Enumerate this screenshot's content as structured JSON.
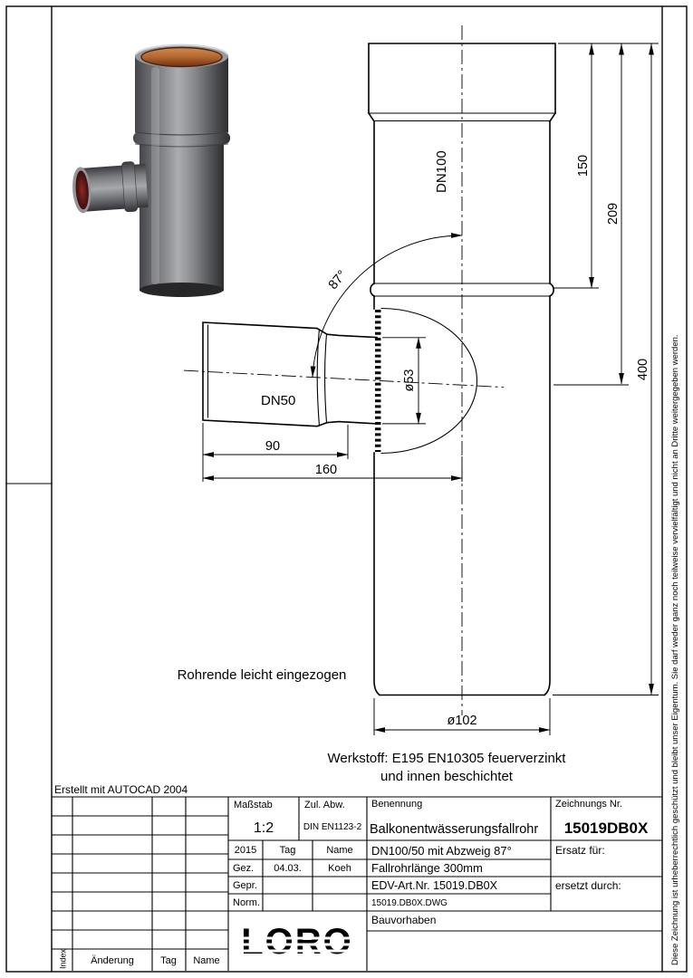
{
  "sheet": {
    "erstellt_note": "Erstellt mit AUTOCAD 2004",
    "copyright": "Diese Zeichnung ist urheberrechtlich geschützt und bleibt unser Eigentum. Sie darf weder ganz noch teilweise vervielfältigt und nicht an Dritte weitergegeben werden."
  },
  "drawing": {
    "dn100": "DN100",
    "dn50": "DN50",
    "angle": "87°",
    "dia_branch": "ø53",
    "dia_pipe": "ø102",
    "dim_150": "150",
    "dim_209": "209",
    "dim_400": "400",
    "dim_90": "90",
    "dim_160": "160",
    "note_rohrende": "Rohrende leicht eingezogen",
    "werkstoff_line1": "Werkstoff: E195 EN10305 feuerverzinkt",
    "werkstoff_line2": "und innen beschichtet"
  },
  "titleblock": {
    "massstab_label": "Maßstab",
    "massstab_value": "1:2",
    "zul_abw_label": "Zul. Abw.",
    "zul_abw_value": "DIN EN1123-2",
    "benennung_label": "Benennung",
    "benennung_value": "Balkonentwässerungsfallrohr",
    "zeichnung_label": "Zeichnungs Nr.",
    "zeichnung_value": "15019DB0X",
    "year": "2015",
    "col_tag": "Tag",
    "col_name": "Name",
    "gez_label": "Gez.",
    "gez_date": "04.03.",
    "gez_name": "Koeh",
    "gepr_label": "Gepr.",
    "norm_label": "Norm.",
    "desc1": "DN100/50 mit Abzweig 87°",
    "desc2": "Fallrohrlänge 300mm",
    "desc3": "EDV-Art.Nr. 15019.DB0X",
    "desc4": "15019.DB0X.DWG",
    "ersatz_label": "Ersatz für:",
    "ersetzt_label": "ersetzt durch:",
    "bauvorhaben_label": "Bauvorhaben",
    "logo": "LORO",
    "index_label": "Index",
    "aenderung_label": "Änderung",
    "tag_label": "Tag",
    "name_label": "Name"
  }
}
